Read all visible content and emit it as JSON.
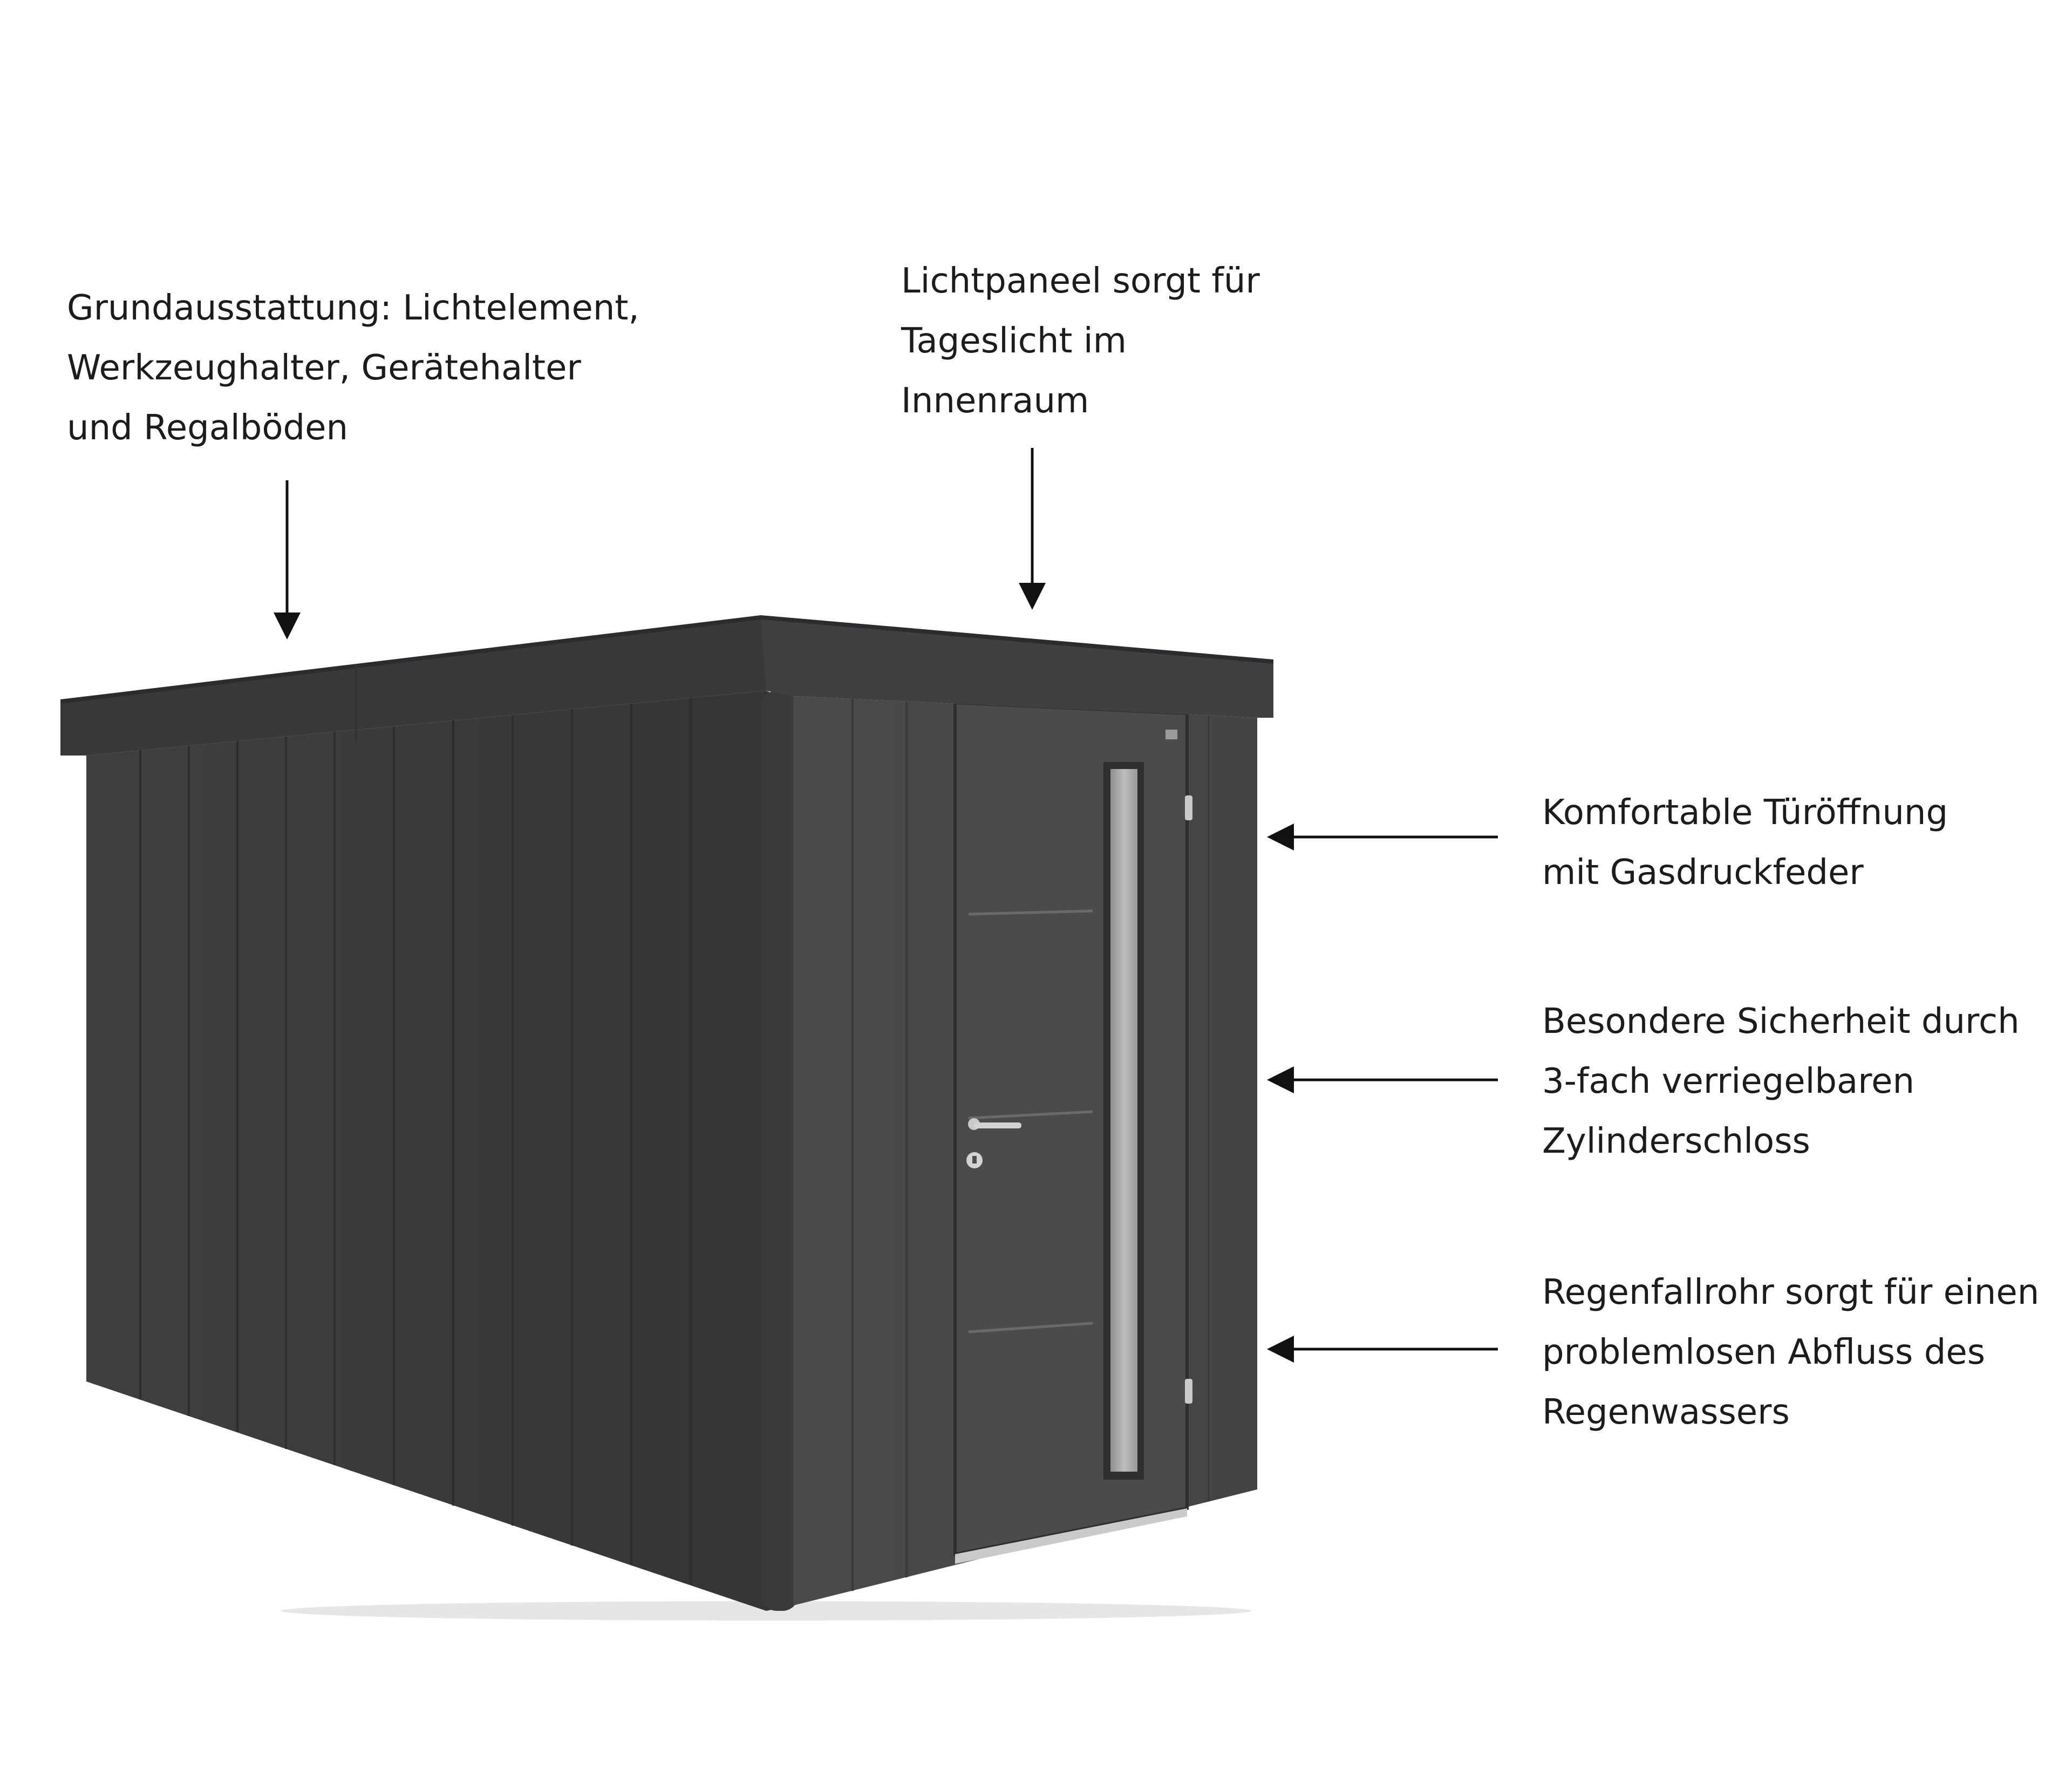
{
  "colors": {
    "background": "#ffffff",
    "text": "#1c1c1c",
    "arrow": "#111111",
    "shed_side": "#3b3b3d",
    "shed_front": "#474749",
    "shed_roof": "#39393b",
    "door_glass": "#a9a9a9",
    "door_hardware": "#c9cacc"
  },
  "callouts": {
    "equipment": {
      "lines": [
        "Grundausstattung: Lichtelement,",
        "Werkzeughalter, Gerätehalter",
        "und Regalböden"
      ],
      "arrow_direction": "down"
    },
    "light_panel": {
      "lines": [
        "Lichtpaneel sorgt für",
        "Tageslicht im",
        "Innenraum"
      ],
      "arrow_direction": "down"
    },
    "door": {
      "lines": [
        "Komfortable Türöffnung",
        "mit Gasdruckfeder"
      ],
      "arrow_direction": "left"
    },
    "lock": {
      "lines": [
        "Besondere Sicherheit durch",
        "3-fach verriegelbaren",
        "Zylinderschloss"
      ],
      "arrow_direction": "left"
    },
    "drain": {
      "lines": [
        "Regenfallrohr sorgt für einen",
        "problemlosen Abfluss des",
        "Regenwassers"
      ],
      "arrow_direction": "left"
    }
  },
  "illustration": {
    "subject": "metal garden shed with single door and vertical glass strip",
    "icons": [
      "door-handle-icon",
      "cylinder-lock-icon",
      "door-hinge-icon"
    ]
  }
}
